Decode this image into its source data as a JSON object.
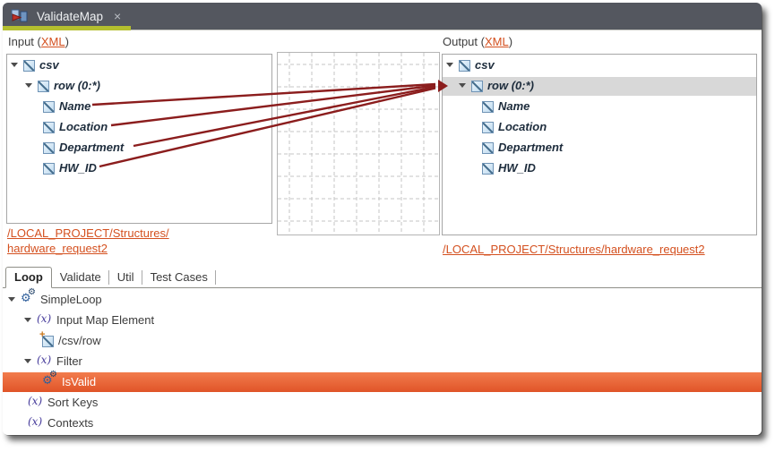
{
  "window": {
    "tab": {
      "title": "ValidateMap",
      "close_glyph": "×"
    }
  },
  "icons": {
    "tab_icon": "map-transform",
    "close": "close-x",
    "expand_arrow": "triangle-down",
    "mapped_marker": "red-triangle-right",
    "element_icon": "xml-element-square",
    "new_element_icon": "xml-element-square-plus",
    "function_icon": "(x)",
    "gears_icon": "double-gear"
  },
  "colors": {
    "header_bg": "#54575F",
    "active_tab_accent": "#B4BF2F",
    "mapping_line": "#8B1D1D",
    "link": "#D4501F",
    "selection_orange": "#EC6A3C",
    "selected_row_gray": "#D8D8D8"
  },
  "mapper": {
    "input": {
      "label_prefix": "Input (",
      "xml_link": "XML",
      "label_suffix": ")",
      "tree": [
        {
          "label": "csv"
        },
        {
          "label": "row (0:*)"
        },
        {
          "label": "Name"
        },
        {
          "label": "Location"
        },
        {
          "label": "Department"
        },
        {
          "label": "HW_ID"
        }
      ],
      "schema_link_line1": "/LOCAL_PROJECT/Structures/",
      "schema_link_line2": "hardware_request2"
    },
    "output": {
      "label_prefix": "Output (",
      "xml_link": "XML",
      "label_suffix": ")",
      "tree": [
        {
          "label": "csv"
        },
        {
          "label": "row (0:*)"
        },
        {
          "label": "Name"
        },
        {
          "label": "Location"
        },
        {
          "label": "Department"
        },
        {
          "label": "HW_ID"
        }
      ],
      "schema_link": "/LOCAL_PROJECT/Structures/hardware_request2"
    },
    "mappings": [
      {
        "from": "Name",
        "to": "row (0:*)"
      },
      {
        "from": "Location",
        "to": "row (0:*)"
      },
      {
        "from": "Department",
        "to": "row (0:*)"
      },
      {
        "from": "HW_ID",
        "to": "row (0:*)"
      }
    ]
  },
  "bottom": {
    "tabs": [
      {
        "label": "Loop"
      },
      {
        "label": "Validate"
      },
      {
        "label": "Util"
      },
      {
        "label": "Test Cases"
      }
    ],
    "active_tab": "Loop",
    "tree": [
      {
        "label": "SimpleLoop"
      },
      {
        "label": "Input Map Element"
      },
      {
        "label": "/csv/row"
      },
      {
        "label": "Filter"
      },
      {
        "label": "IsValid",
        "selected": true
      },
      {
        "label": "Sort Keys"
      },
      {
        "label": "Contexts"
      }
    ]
  }
}
